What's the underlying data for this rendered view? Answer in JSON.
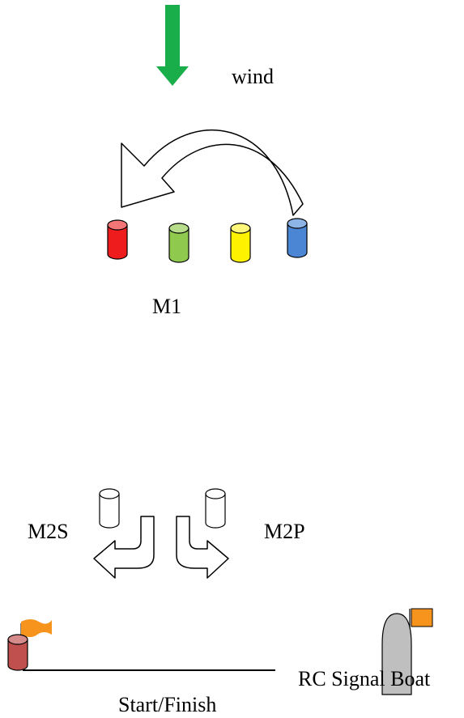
{
  "labels": {
    "wind": "wind",
    "mark1": "M1",
    "mark2_starboard": "M2S",
    "mark2_port": "M2P",
    "signal_boat": "RC Signal Boat",
    "start_finish": "Start/Finish"
  },
  "colors": {
    "wind_arrow": "#1aae4a",
    "mark_red": "#ee1c1c",
    "mark_green": "#8fca4e",
    "mark_yellow": "#fff200",
    "mark_blue": "#4a86d4",
    "pin_mark": "#c0504d",
    "flag": "#f7941d",
    "boat": "#bfbfbf"
  }
}
